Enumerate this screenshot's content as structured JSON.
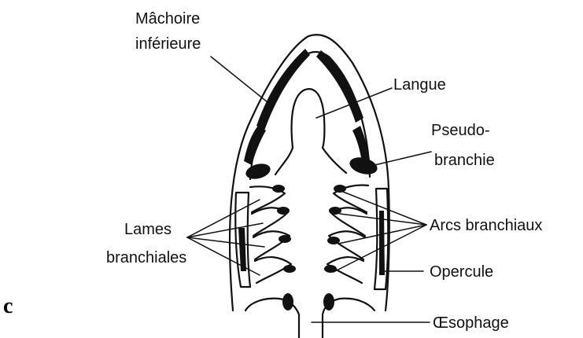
{
  "panel_letter": "c",
  "labels": {
    "machoire_line1": "Mâchoire",
    "machoire_line2": "inférieure",
    "langue": "Langue",
    "pseudo_line1": "Pseudo-",
    "pseudo_line2": "branchie",
    "lames_line1": "Lames",
    "lames_line2": "branchiales",
    "arcs": "Arcs branchiaux",
    "opercule": "Opercule",
    "oesophage": "Œsophage"
  }
}
